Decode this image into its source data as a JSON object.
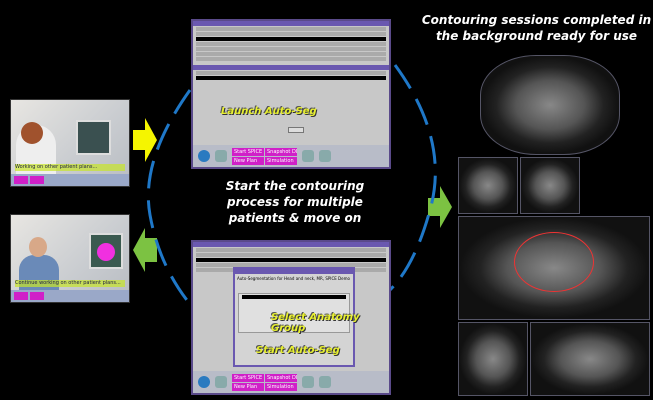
{
  "headline_right": "Contouring sessions completed in the background ready for use",
  "headline_center": "Start the contouring process for multiple patients & move on",
  "left_panels": [
    {
      "caption": "Working on other patient plans..."
    },
    {
      "caption": "Continue working on other patient plans..."
    }
  ],
  "top_screen": {
    "annotation": "Launch Auto-Seg",
    "taskbar_buttons": [
      "Start SPICE",
      "Snapshot DDR",
      "New Plan",
      "Simulation"
    ]
  },
  "bottom_screen": {
    "dialog_title": "Auto-Segmentation for Head and neck, MR, SPICE Demo",
    "annotation_select": "Select Anatomy Group",
    "annotation_start": "Start Auto-Seg",
    "taskbar_buttons": [
      "Start SPICE",
      "Snapshot DDR",
      "New Plan",
      "Simulation"
    ]
  },
  "colors": {
    "yellow_arrow": "#f5f500",
    "green_arrow": "#7cc242",
    "blue_arc": "#1f78c8"
  }
}
